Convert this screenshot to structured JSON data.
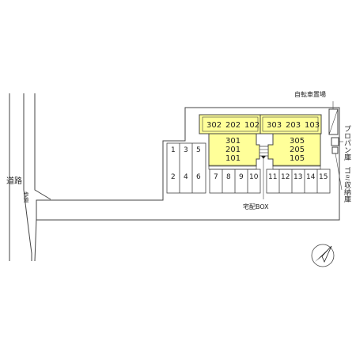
{
  "labels": {
    "road": "道路",
    "sidewalk": "歩道",
    "bicycle_parking": "自転車置場",
    "propane_storage": "プロパン庫",
    "garbage_storage": "ゴミ収納庫",
    "delivery_box": "宅配BOX"
  },
  "buildings": {
    "west_top": [
      "302",
      "202",
      "102"
    ],
    "east_top": [
      "303",
      "203",
      "103"
    ],
    "west_stack": [
      "301",
      "201",
      "101"
    ],
    "east_stack": [
      "305",
      "205",
      "105"
    ]
  },
  "parking": {
    "col1": [
      "1",
      "2"
    ],
    "col2": [
      "3",
      "4"
    ],
    "col3": [
      "5",
      "6"
    ],
    "row_mid": [
      "7",
      "8",
      "9",
      "10"
    ],
    "row_right": [
      "11",
      "12",
      "13",
      "14",
      "15"
    ]
  },
  "colors": {
    "building_fill": "#ffff99",
    "line": "#444444"
  }
}
